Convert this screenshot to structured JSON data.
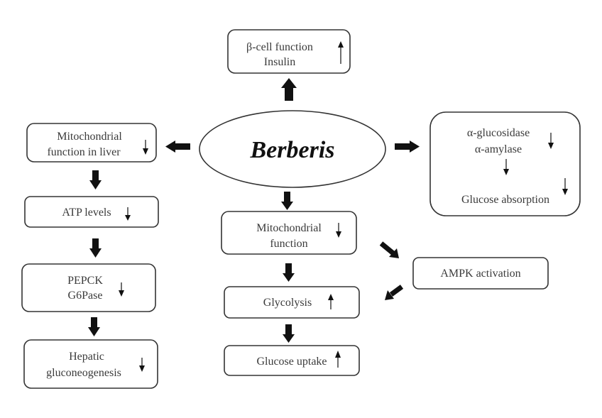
{
  "diagram": {
    "center": {
      "label": "Berberis"
    },
    "nodes": {
      "beta_cell": {
        "lines": [
          "β-cell function",
          "Insulin"
        ],
        "indicator": "up"
      },
      "mito_liver": {
        "lines": [
          "Mitochondrial",
          "function in liver"
        ],
        "indicator": "down"
      },
      "atp": {
        "lines": [
          "ATP levels"
        ],
        "indicator": "down"
      },
      "pepck": {
        "lines": [
          "PEPCK",
          "G6Pase"
        ],
        "indicator": "down"
      },
      "hepatic": {
        "lines": [
          "Hepatic",
          "gluconeogenesis"
        ],
        "indicator": "down"
      },
      "enzymes": {
        "lines": [
          "α-glucosidase",
          "α-amylase",
          "Glucose absorption"
        ],
        "indicator": "down"
      },
      "mito": {
        "lines": [
          "Mitochondrial",
          "function"
        ],
        "indicator": "down"
      },
      "ampk": {
        "lines": [
          "AMPK activation"
        ]
      },
      "glycolysis": {
        "lines": [
          "Glycolysis"
        ],
        "indicator": "up"
      },
      "uptake": {
        "lines": [
          "Glucose uptake"
        ],
        "indicator": "up"
      }
    },
    "edges": [
      {
        "from": "Berberis",
        "to": "β-cell function / Insulin"
      },
      {
        "from": "Berberis",
        "to": "Mitochondrial function in liver"
      },
      {
        "from": "Berberis",
        "to": "α-glucosidase / α-amylase / Glucose absorption"
      },
      {
        "from": "Berberis",
        "to": "Mitochondrial function"
      },
      {
        "from": "Mitochondrial function in liver",
        "to": "ATP levels"
      },
      {
        "from": "ATP levels",
        "to": "PEPCK / G6Pase"
      },
      {
        "from": "PEPCK / G6Pase",
        "to": "Hepatic gluconeogenesis"
      },
      {
        "from": "Mitochondrial function",
        "to": "Glycolysis"
      },
      {
        "from": "Mitochondrial function",
        "to": "AMPK activation"
      },
      {
        "from": "AMPK activation",
        "to": "Glycolysis"
      },
      {
        "from": "Glycolysis",
        "to": "Glucose uptake"
      }
    ],
    "colors": {
      "stroke": "#333333",
      "text": "#3a3a3a",
      "title": "#111111",
      "background": "#ffffff"
    }
  }
}
